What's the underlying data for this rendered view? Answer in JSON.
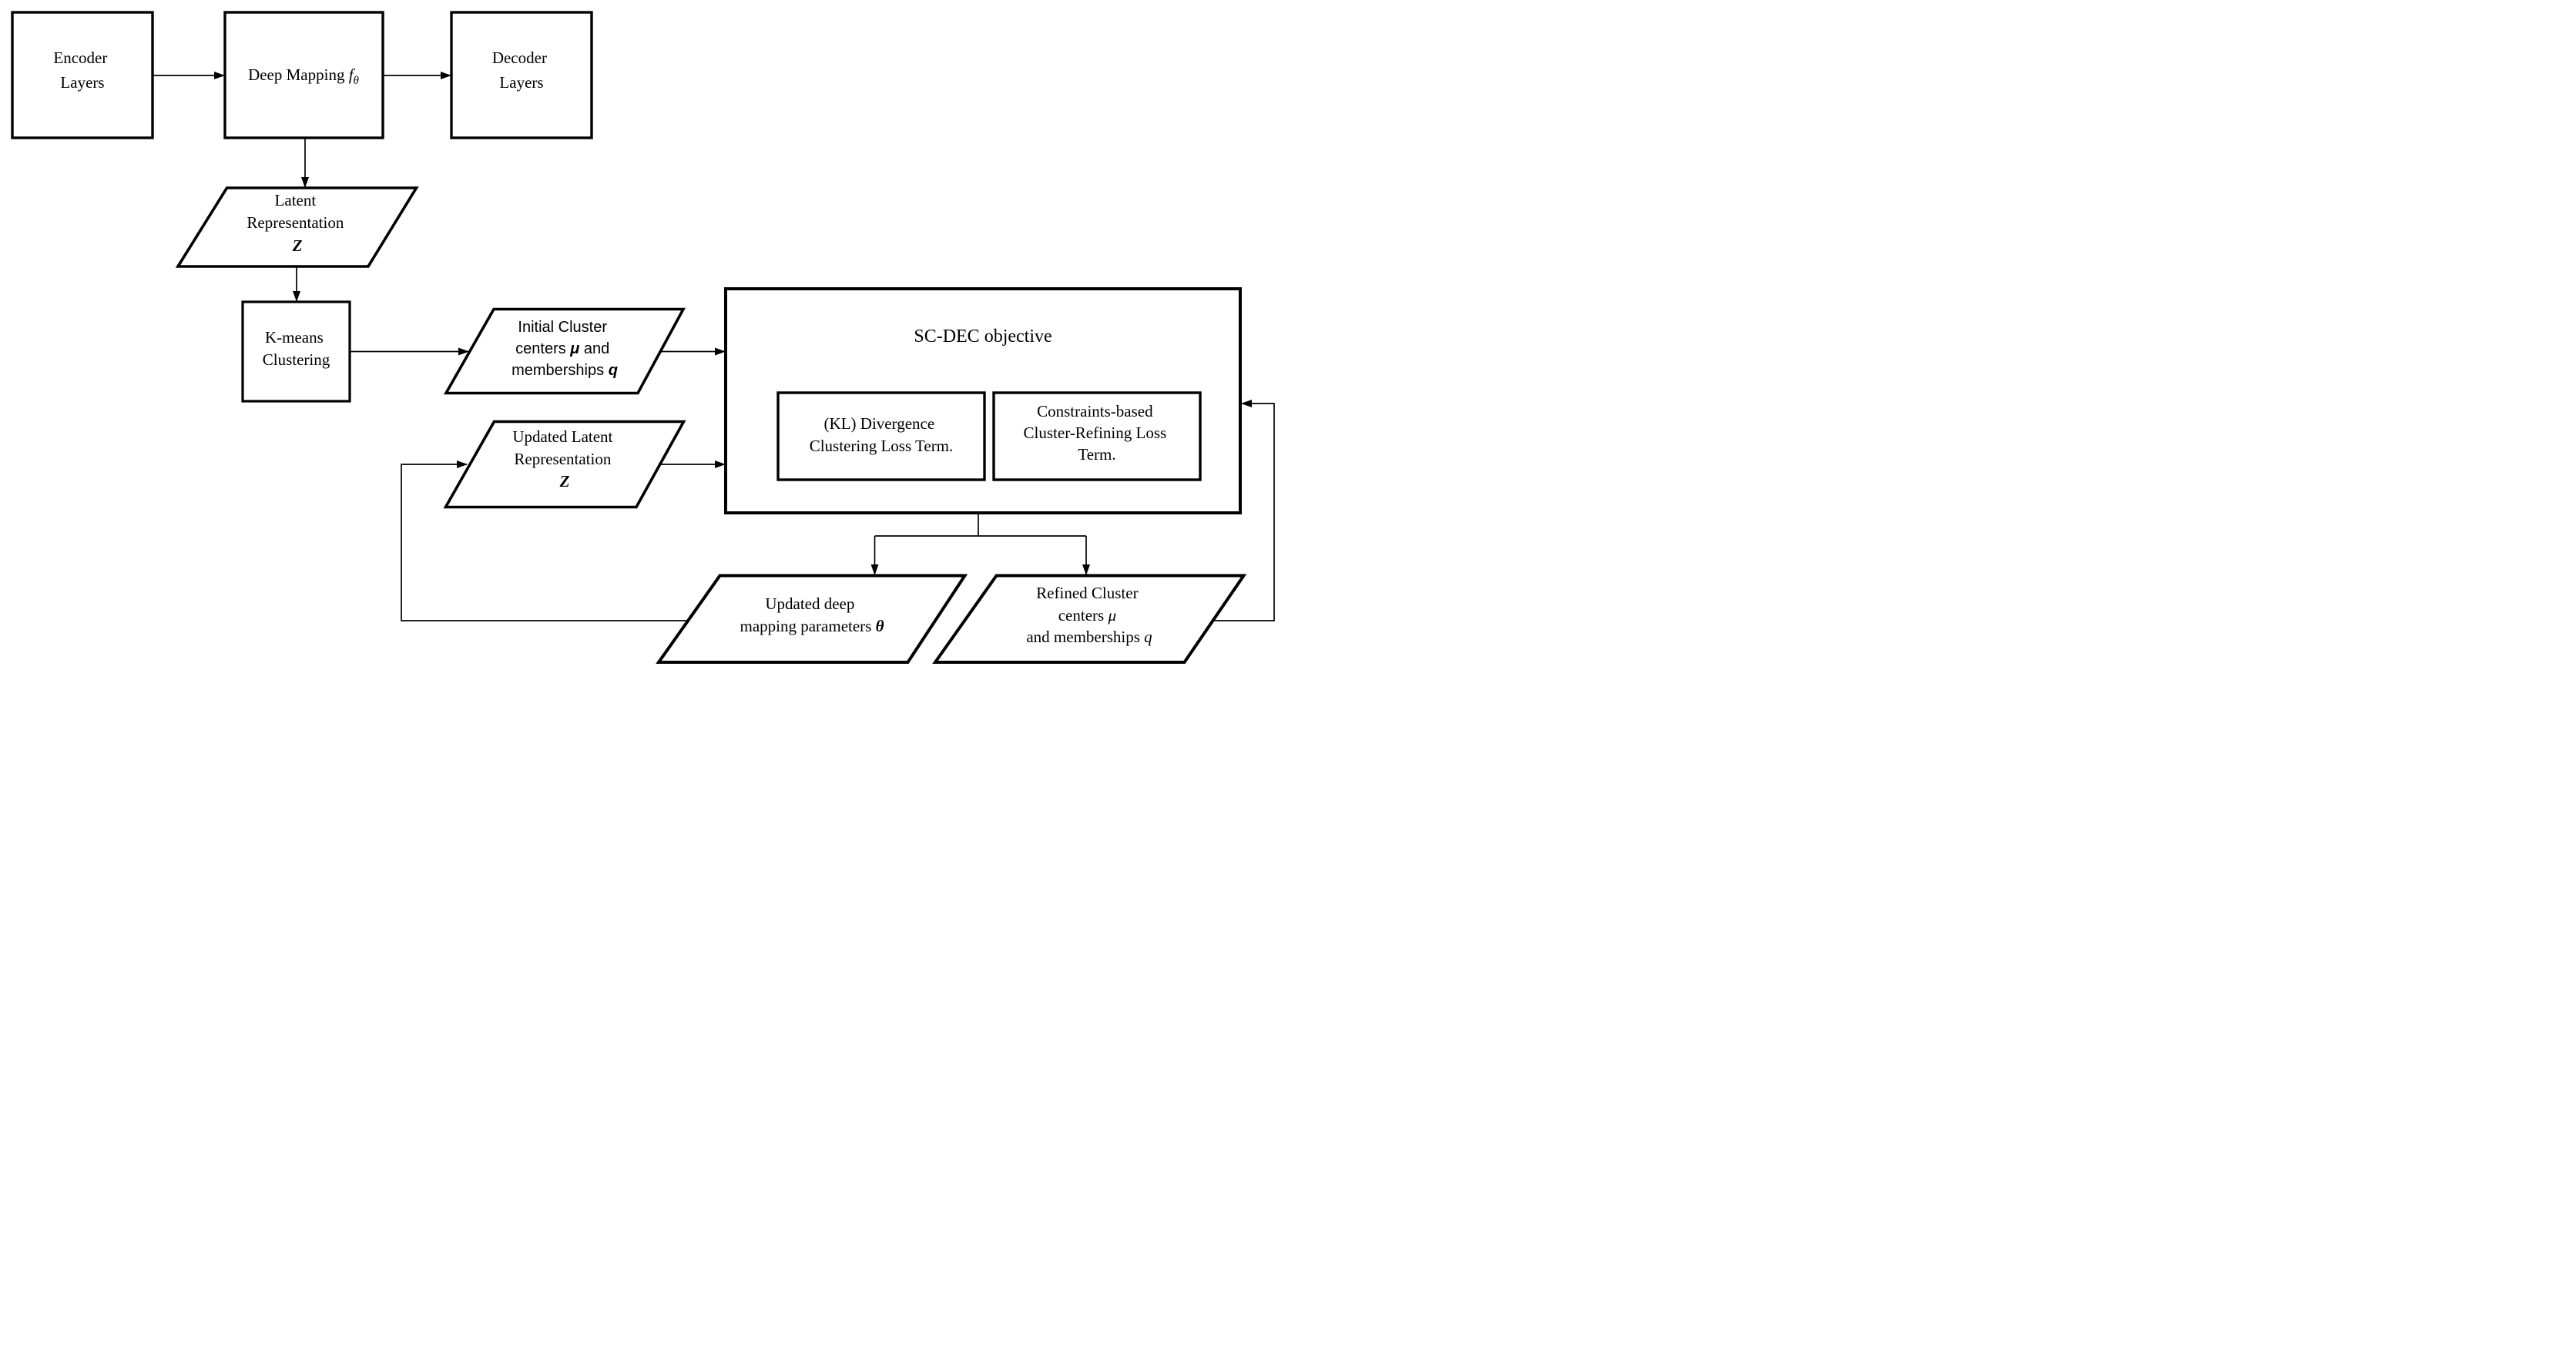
{
  "colors": {
    "background": "#ffffff",
    "line": "#000000",
    "text": "#000000"
  },
  "nodes": {
    "encoder": {
      "line1": "Encoder",
      "line2": "Layers"
    },
    "deep_mapping": {
      "label": "Deep Mapping ",
      "f_symbol": "f",
      "theta_subscript": "θ"
    },
    "decoder": {
      "line1": "Decoder",
      "line2": "Layers"
    },
    "latent": {
      "line1": "Latent",
      "line2": "Representation",
      "z_symbol": "Z"
    },
    "kmeans": {
      "line1": "K-means",
      "line2": "Clustering"
    },
    "initial_cluster": {
      "line1": "Initial Cluster",
      "line2_pre": "centers ",
      "mu_symbol": "μ",
      "line2_post": " and",
      "line3_pre": "memberships ",
      "q_symbol": "q"
    },
    "scdec": {
      "title": "SC-DEC objective"
    },
    "kl_term": {
      "line1": "(KL) Divergence",
      "line2": "Clustering Loss Term."
    },
    "constraints_term": {
      "line1": "Constraints-based",
      "line2": "Cluster-Refining Loss",
      "line3": "Term."
    },
    "updated_latent": {
      "line1": "Updated Latent",
      "line2": "Representation",
      "z_symbol": "Z"
    },
    "updated_theta": {
      "line1": "Updated deep",
      "line2_pre": "mapping parameters ",
      "theta_symbol": "θ"
    },
    "refined_cluster": {
      "line1": "Refined Cluster",
      "line2_pre": "centers ",
      "mu_symbol": "μ",
      "line3_pre": "and memberships ",
      "q_symbol": "q"
    }
  }
}
